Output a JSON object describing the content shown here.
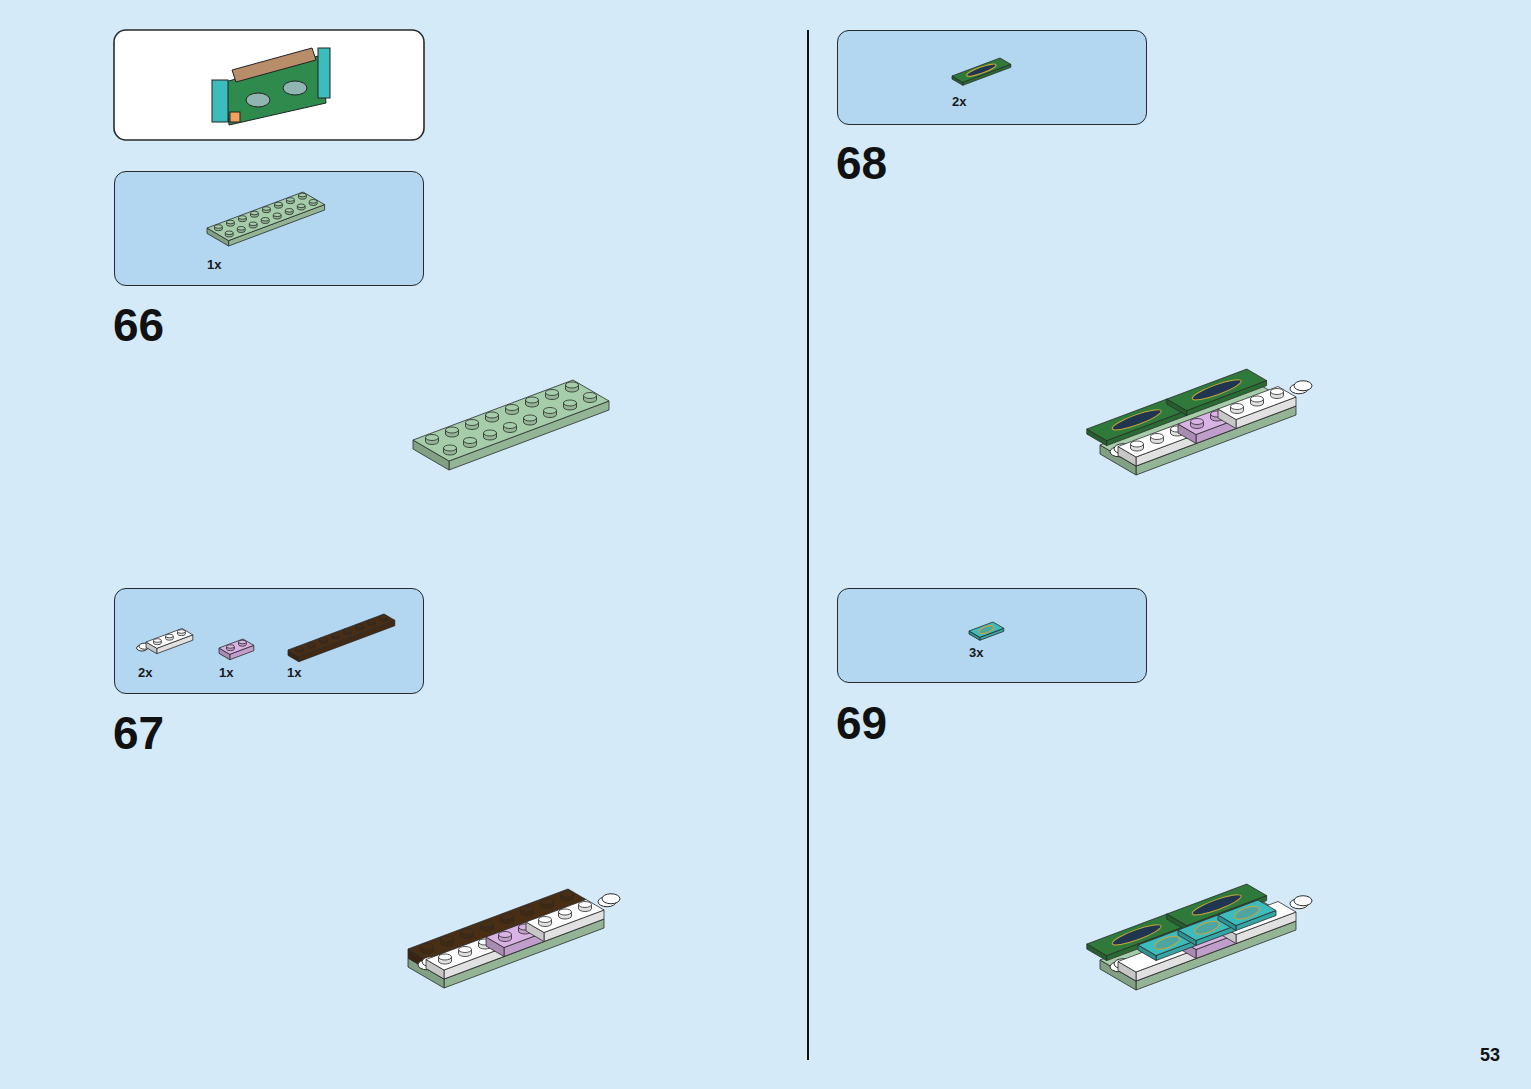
{
  "diagram": {
    "nodes": [
      {
        "text": [
          "1x"
        ]
      },
      {
        "text": [
          "2x",
          "1x",
          "1x"
        ]
      },
      {
        "text": [
          "2x"
        ]
      },
      {
        "text": [
          "3x"
        ]
      }
    ],
    "labels": [
      "66",
      "67",
      "68",
      "69",
      "53"
    ]
  }
}
